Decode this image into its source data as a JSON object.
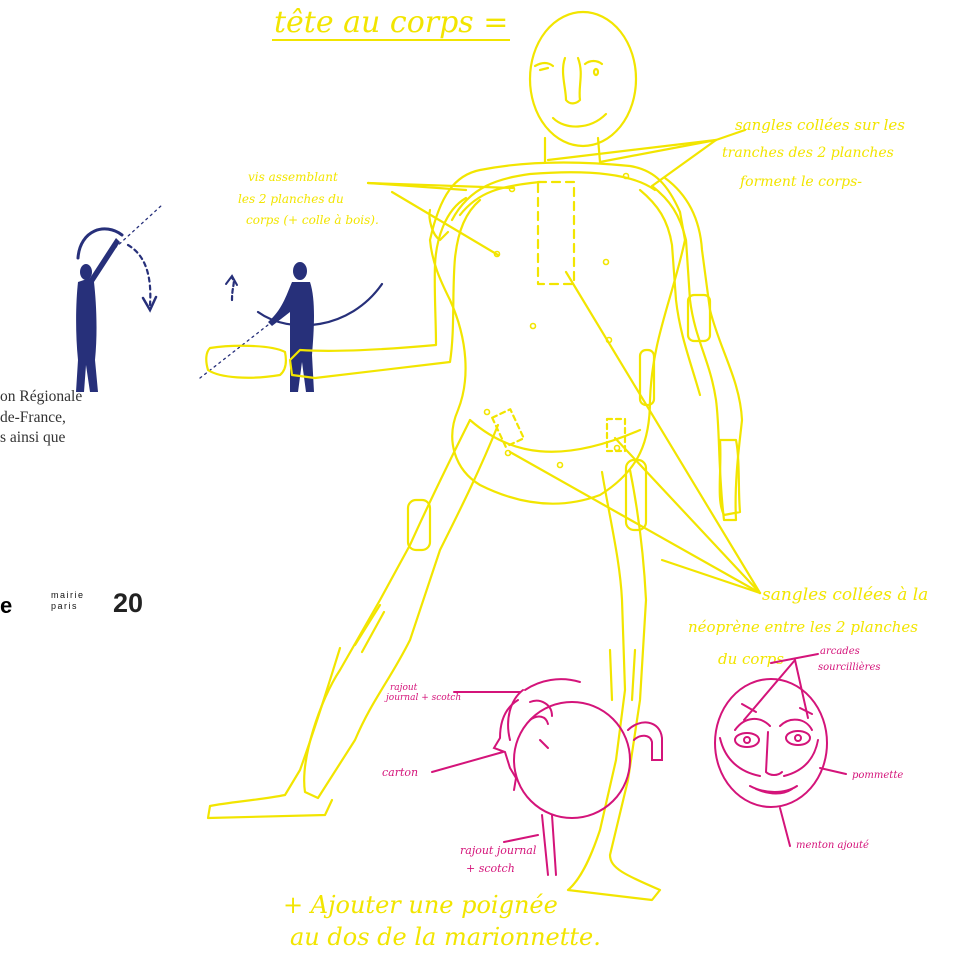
{
  "side_text": [
    "on Régionale",
    "de-France,",
    "s ainsi que"
  ],
  "logo": {
    "fragment": "e",
    "mairie": "mairie",
    "paris": "paris",
    "number": "20"
  },
  "annotations": {
    "title": "tête au corps =",
    "vis_1": "vis assemblant",
    "vis_2": "les 2 planches du",
    "vis_3": "corps (+ colle à bois).",
    "sangles_1a": "sangles collées sur les",
    "sangles_1b": "tranches des 2 planches",
    "sangles_1c": "forment le corps-",
    "sangles_2a": "sangles collées à la",
    "sangles_2b": "néoprène entre les 2 planches",
    "sangles_2c": "du corps",
    "arcades_1": "arcades",
    "arcades_2": "sourcillières",
    "rajout_top_1": "rajout",
    "rajout_top_2": "journal + scotch",
    "carton": "carton",
    "rajout_bottom_1": "rajout journal",
    "rajout_bottom_2": "+ scotch",
    "pommette": "pommette",
    "menton": "menton ajouté",
    "footer_1": "+ Ajouter une poignée",
    "footer_2": "au dos de la marionnette."
  },
  "colors": {
    "yellow": "#f2e500",
    "pink": "#d4147a",
    "navy": "#27307a"
  }
}
